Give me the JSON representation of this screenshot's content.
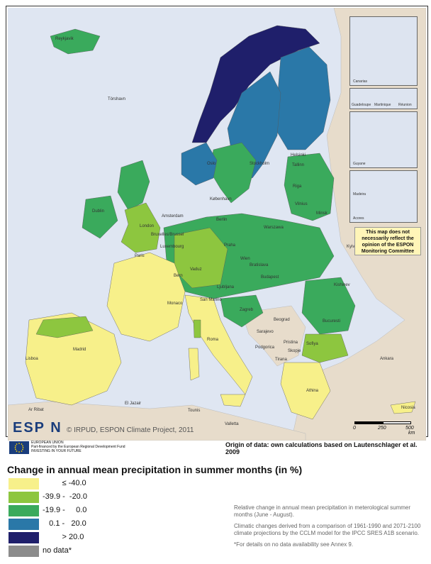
{
  "map": {
    "copyright": "© IRPUD, ESPON Climate Project, 2011",
    "logo_text": "ESP N",
    "disclaimer": "This map does not necessarily reflect the opinion of the ESPON Monitoring Committee",
    "insets": [
      "Canarias",
      "Guadeloupe",
      "Martinique",
      "Réunion",
      "Guyane",
      "Madeira",
      "Acores"
    ],
    "cities": [
      "Reykjavik",
      "Tórshavn",
      "Helsinki",
      "Stockholm",
      "Oslo",
      "Tallinn",
      "Riga",
      "Vilnius",
      "Minsk",
      "Kyiv",
      "Dublin",
      "London",
      "Amsterdam",
      "Bruxelles/Brussel",
      "Berlin",
      "Warszawa",
      "Praha",
      "Wien",
      "Bratislava",
      "Budapest",
      "Paris",
      "Bern",
      "Vaduz",
      "Ljubljana",
      "Zagreb",
      "Kishinev",
      "Bucuresti",
      "Beograd",
      "Sarajevo",
      "Podgorica",
      "Pristina",
      "Skopje",
      "Tirana",
      "Sofiya",
      "Ankara",
      "Athina",
      "Roma",
      "Madrid",
      "Lisboa",
      "Ar Ribat",
      "El Jazair",
      "Tounis",
      "Valletta",
      "Nicosia",
      "Luxembourg",
      "København",
      "Monaco",
      "San Marino"
    ],
    "scale": {
      "ticks": [
        "0",
        "250",
        "500"
      ],
      "unit": "km"
    }
  },
  "footer": {
    "eu_text": [
      "EUROPEAN UNION",
      "Part-financed by the European Regional Development Fund",
      "INVESTING IN YOUR FUTURE"
    ],
    "origin": "Origin of data: own calculations based on Lautenschlager et al. 2009"
  },
  "legend": {
    "title": "Change in annual mean precipitation in summer months (in %)",
    "items": [
      {
        "label": "         ≤ -40.0",
        "color": "#f7f08a"
      },
      {
        "label": "-39.9 -  -20.0",
        "color": "#8dc63f"
      },
      {
        "label": "-19.9 -     0.0",
        "color": "#3aaa5c"
      },
      {
        "label": "   0.1 -   20.0",
        "color": "#2a78a8"
      },
      {
        "label": "         > 20.0",
        "color": "#1f1f6b"
      },
      {
        "label": "no data*",
        "color": "#8c8c8c"
      }
    ]
  },
  "notes": [
    "Relative change in annual mean precipitation in meterological summer months (June - August).",
    "Climatic changes derived from a comparison of 1961-1990 and 2071-2100 climate projections by the CCLM model for the IPCC SRES A1B scenario.",
    "*For details on no data availability see Annex 9."
  ]
}
